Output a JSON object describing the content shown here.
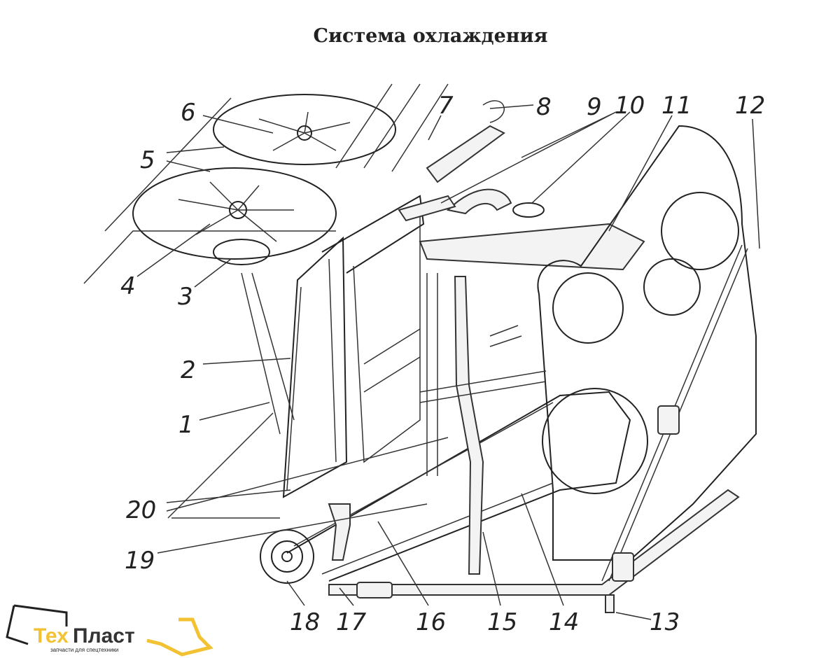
{
  "title": "Система охлаждения",
  "callouts": {
    "n1": "1",
    "n2": "2",
    "n3": "3",
    "n4": "4",
    "n5": "5",
    "n6": "6",
    "n7": "7",
    "n8": "8",
    "n9": "9",
    "n10": "10",
    "n11": "11",
    "n12": "12",
    "n13": "13",
    "n14": "14",
    "n15": "15",
    "n16": "16",
    "n17": "17",
    "n18": "18",
    "n19": "19",
    "n20": "20"
  },
  "logo": {
    "part1": "Тех",
    "part2": "Пласт",
    "tagline": "запчасти для спецтехники",
    "accent": "#f2c232"
  }
}
